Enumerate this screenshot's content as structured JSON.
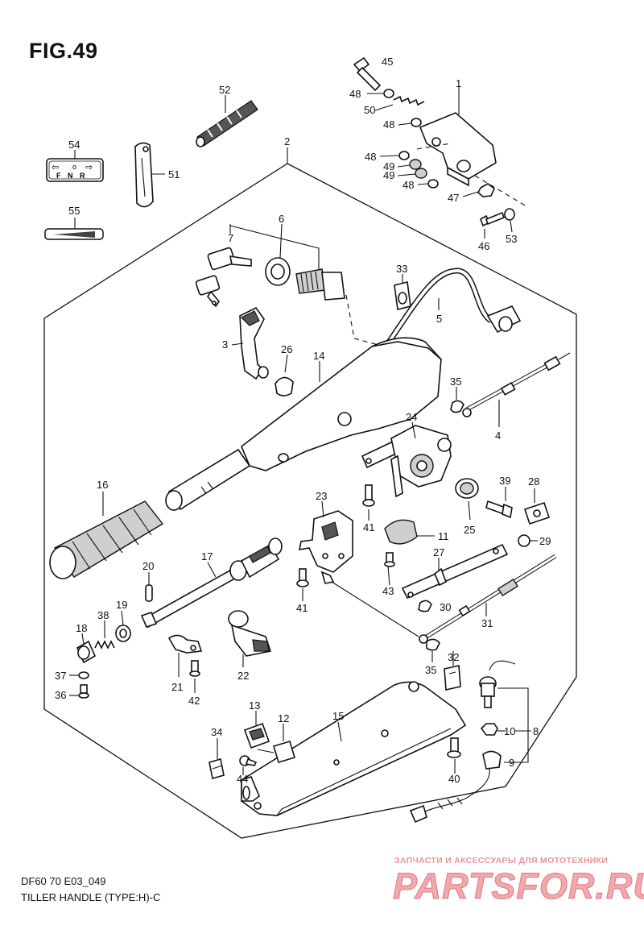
{
  "figure": {
    "title": "FIG.49",
    "code": "DF60 70 E03_049",
    "name": "TILLER HANDLE (TYPE:H)-C"
  },
  "watermark": {
    "tagline": "ЗАПЧАСТИ И АКСЕССУАРЫ ДЛЯ МОТОТЕХНИКИ",
    "brand": "PARTSFOR.RU"
  },
  "decal_54": {
    "left": "⇦",
    "mid": "o",
    "right": "⇨",
    "letters": "F N R"
  },
  "callouts": [
    "1",
    "2",
    "3",
    "4",
    "5",
    "6",
    "7",
    "8",
    "9",
    "10",
    "11",
    "12",
    "13",
    "14",
    "15",
    "16",
    "17",
    "18",
    "19",
    "20",
    "21",
    "22",
    "23",
    "24",
    "25",
    "26",
    "27",
    "28",
    "29",
    "30",
    "31",
    "32",
    "33",
    "34",
    "35",
    "35",
    "36",
    "37",
    "38",
    "39",
    "40",
    "41",
    "41",
    "42",
    "43",
    "44",
    "45",
    "46",
    "47",
    "48",
    "48",
    "48",
    "48",
    "49",
    "49",
    "50",
    "51",
    "52",
    "53",
    "54",
    "55"
  ]
}
